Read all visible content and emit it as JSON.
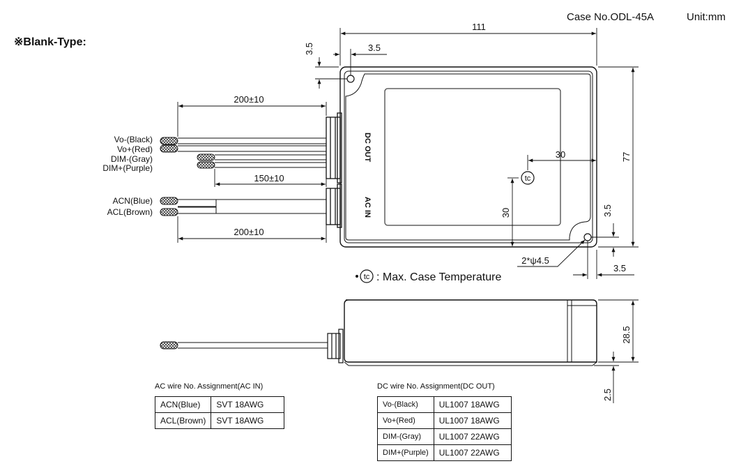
{
  "header": {
    "case_no": "Case No.ODL-45A",
    "unit": "Unit:mm",
    "blank_type": "※Blank-Type:"
  },
  "dimensions": {
    "width": "111",
    "height": "77",
    "corner_top_v": "3.5",
    "corner_top_h": "3.5",
    "corner_bottom_v": "3.5",
    "corner_bottom_h": "3.5",
    "tc_x": "30",
    "tc_y": "30",
    "hole": "2*ψ4.5",
    "lead_top": "200±10",
    "lead_dim": "150±10",
    "lead_bottom": "200±10",
    "side_height": "28.5",
    "side_base": "2.5"
  },
  "ports": {
    "dc_out": "DC OUT",
    "ac_in": "AC IN"
  },
  "wires": {
    "vo_minus": "Vo-(Black)",
    "vo_plus": "Vo+(Red)",
    "dim_minus": "DIM-(Gray)",
    "dim_plus": "DIM+(Purple)",
    "acn": "ACN(Blue)",
    "acl": "ACL(Brown)"
  },
  "tc_note": {
    "symbol": "tc",
    "text": ": Max. Case Temperature"
  },
  "ac_table": {
    "title": "AC wire No. Assignment(AC IN)",
    "rows": [
      {
        "wire": "ACN(Blue)",
        "spec": "SVT 18AWG"
      },
      {
        "wire": "ACL(Brown)",
        "spec": "SVT 18AWG"
      }
    ]
  },
  "dc_table": {
    "title": "DC wire No. Assignment(DC OUT)",
    "rows": [
      {
        "wire": "Vo-(Black)",
        "spec": "UL1007 18AWG"
      },
      {
        "wire": "Vo+(Red)",
        "spec": "UL1007 18AWG"
      },
      {
        "wire": "DIM-(Gray)",
        "spec": "UL1007 22AWG"
      },
      {
        "wire": "DIM+(Purple)",
        "spec": "UL1007 22AWG"
      }
    ]
  }
}
